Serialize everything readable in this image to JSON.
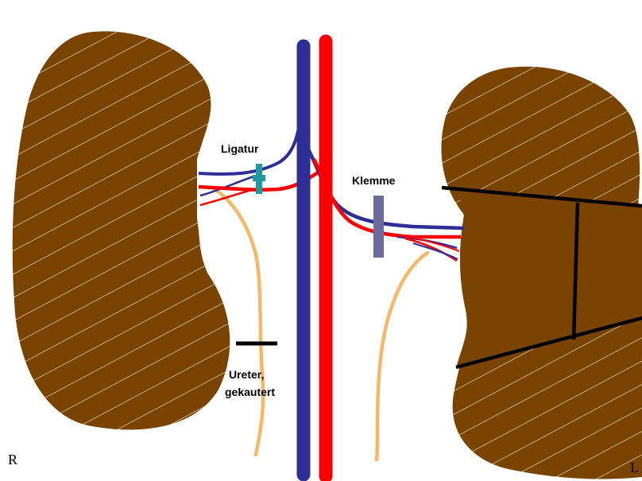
{
  "labels": {
    "ligature": "Ligatur",
    "clamp": "Klemme",
    "ureter_line1": "Ureter,",
    "ureter_line2": "gekautert",
    "side_right": "R",
    "side_left": "L"
  },
  "colors": {
    "kidney": "#7a4400",
    "hatch": "#f2e6c8",
    "vein": "#2e2e96",
    "artery": "#ff0000",
    "ureter": "#f5b868",
    "ligature": "#1f9aa0",
    "clamp": "#6b6b9c",
    "cut_line": "#000000",
    "background": "#ffffff"
  }
}
